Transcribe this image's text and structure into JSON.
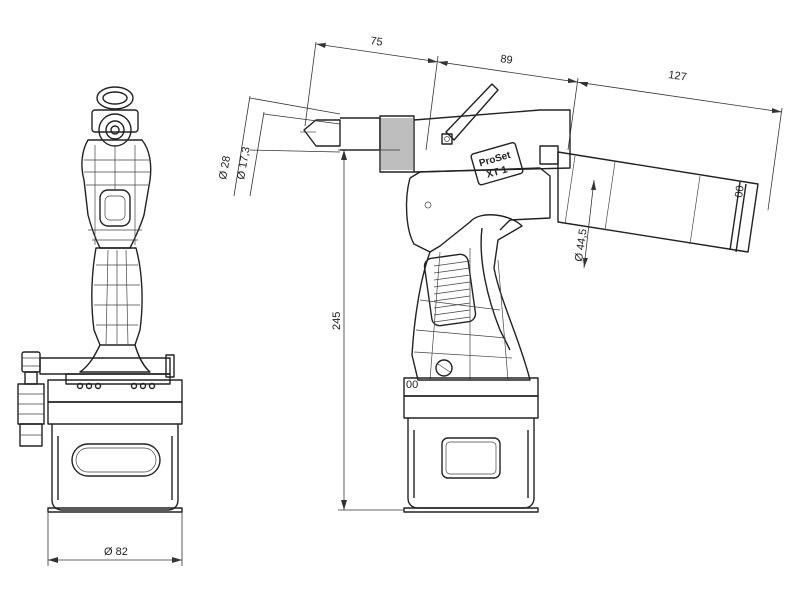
{
  "dimensions": {
    "len_front": "75",
    "len_mid": "89",
    "len_rear": "127",
    "dia_nose_outer": "Ø 28",
    "dia_nose_inner": "Ø 17,3",
    "dia_body": "Ø 44,5",
    "height": "245",
    "dia_base": "Ø 82"
  },
  "branding": {
    "name": "ProSet",
    "model": "XT 1"
  }
}
